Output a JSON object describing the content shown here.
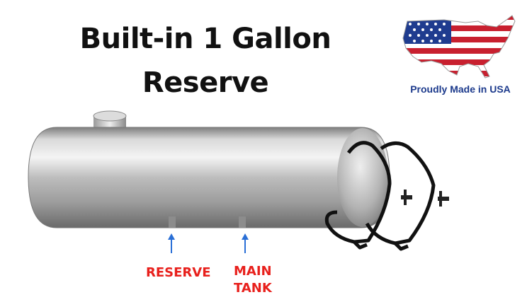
{
  "headline": {
    "line1": "Built-in 1 Gallon",
    "line2": "Reserve"
  },
  "badge": {
    "icon": "usa-flag-map-icon",
    "text": "Proudly Made in USA",
    "text_color": "#1c3a8c"
  },
  "labels": {
    "reserve": "RESERVE",
    "main_line1": "MAIN",
    "main_line2": "TANK",
    "label_color": "#e8201c",
    "arrow_color": "#2a6fd6"
  },
  "product": {
    "icon": "aluminum-fuel-tank-icon",
    "mount_icon": "mounting-strap-icon"
  }
}
